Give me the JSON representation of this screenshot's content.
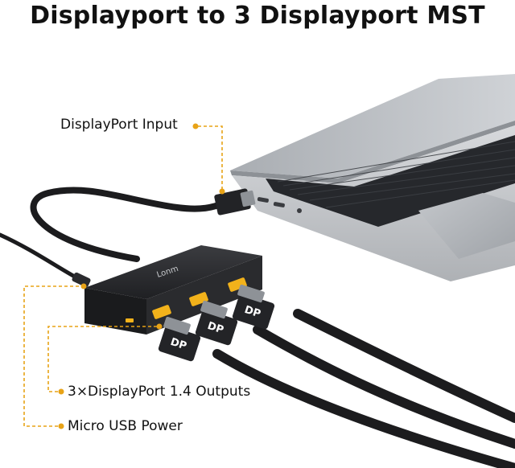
{
  "title": "Displayport to 3 Displayport MST",
  "callouts": {
    "input": "DisplayPort Input",
    "outputs": "3×DisplayPort 1.4 Outputs",
    "power": "Micro USB Power"
  },
  "device": {
    "brand": "Lonm"
  },
  "connectors": {
    "label": "DP"
  },
  "colors": {
    "accent": "#e8a317",
    "port": "#f2b21b",
    "hub_body": "#2b2c2f",
    "laptop": "#b9bcc0",
    "keyboard": "#25272b",
    "cable": "#1c1c1e"
  }
}
